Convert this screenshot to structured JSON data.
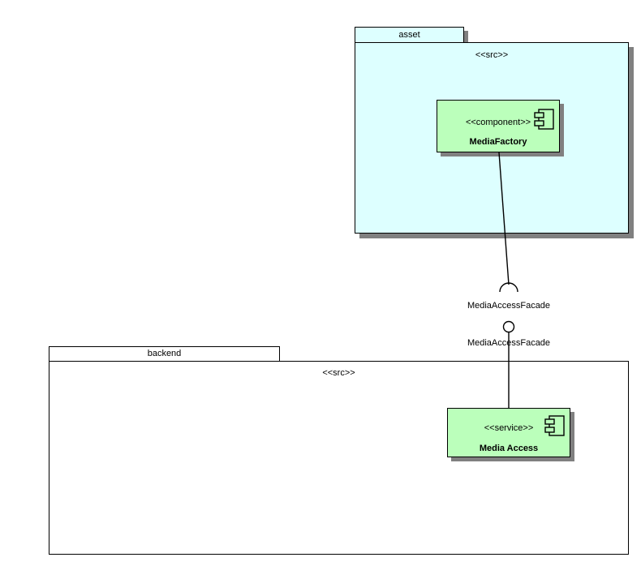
{
  "diagram": {
    "type": "uml-component-diagram",
    "background": "#ffffff",
    "colors": {
      "package_asset_fill": "#DDFFFF",
      "package_backend_fill": "#FFFFFF",
      "component_fill": "#BBFFBB",
      "border": "#000000",
      "shadow": "#808080"
    }
  },
  "packages": [
    {
      "name": "asset",
      "stereotype": "<<src>>",
      "fill": "#DDFFFF",
      "has_shadow": true
    },
    {
      "name": "backend",
      "stereotype": "<<src>>",
      "fill": "#FFFFFF",
      "has_shadow": false
    }
  ],
  "components": [
    {
      "stereotype": "<<component>>",
      "name": "MediaFactory",
      "icon": "component-icon",
      "fill": "#BBFFBB",
      "package": "asset"
    },
    {
      "stereotype": "<<service>>",
      "name": "Media Access",
      "icon": "component-icon",
      "fill": "#BBFFBB",
      "package": "backend"
    }
  ],
  "interfaces": [
    {
      "kind": "required-socket",
      "label": "MediaAccessFacade",
      "from": "MediaFactory"
    },
    {
      "kind": "provided-ball",
      "label": "MediaAccessFacade",
      "from": "Media Access"
    }
  ]
}
